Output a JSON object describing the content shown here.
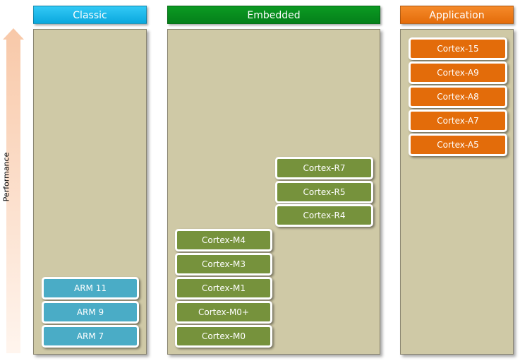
{
  "performance_axis": {
    "label": "Performance"
  },
  "classic": {
    "title": "Classic",
    "color": "#0aa8de",
    "chips": [
      "ARM 11",
      "ARM 9",
      "ARM 7"
    ]
  },
  "embedded": {
    "title": "Embedded",
    "color": "#05801a",
    "r_series": [
      "Cortex-R7",
      "Cortex-R5",
      "Cortex-R4"
    ],
    "m_series": [
      "Cortex-M4",
      "Cortex-M3",
      "Cortex-M1",
      "Cortex-M0+",
      "Cortex-M0"
    ]
  },
  "application": {
    "title": "Application",
    "color": "#e46c0a",
    "chips": [
      "Cortex-15",
      "Cortex-A9",
      "Cortex-A8",
      "Cortex-A7",
      "Cortex-A5"
    ]
  }
}
